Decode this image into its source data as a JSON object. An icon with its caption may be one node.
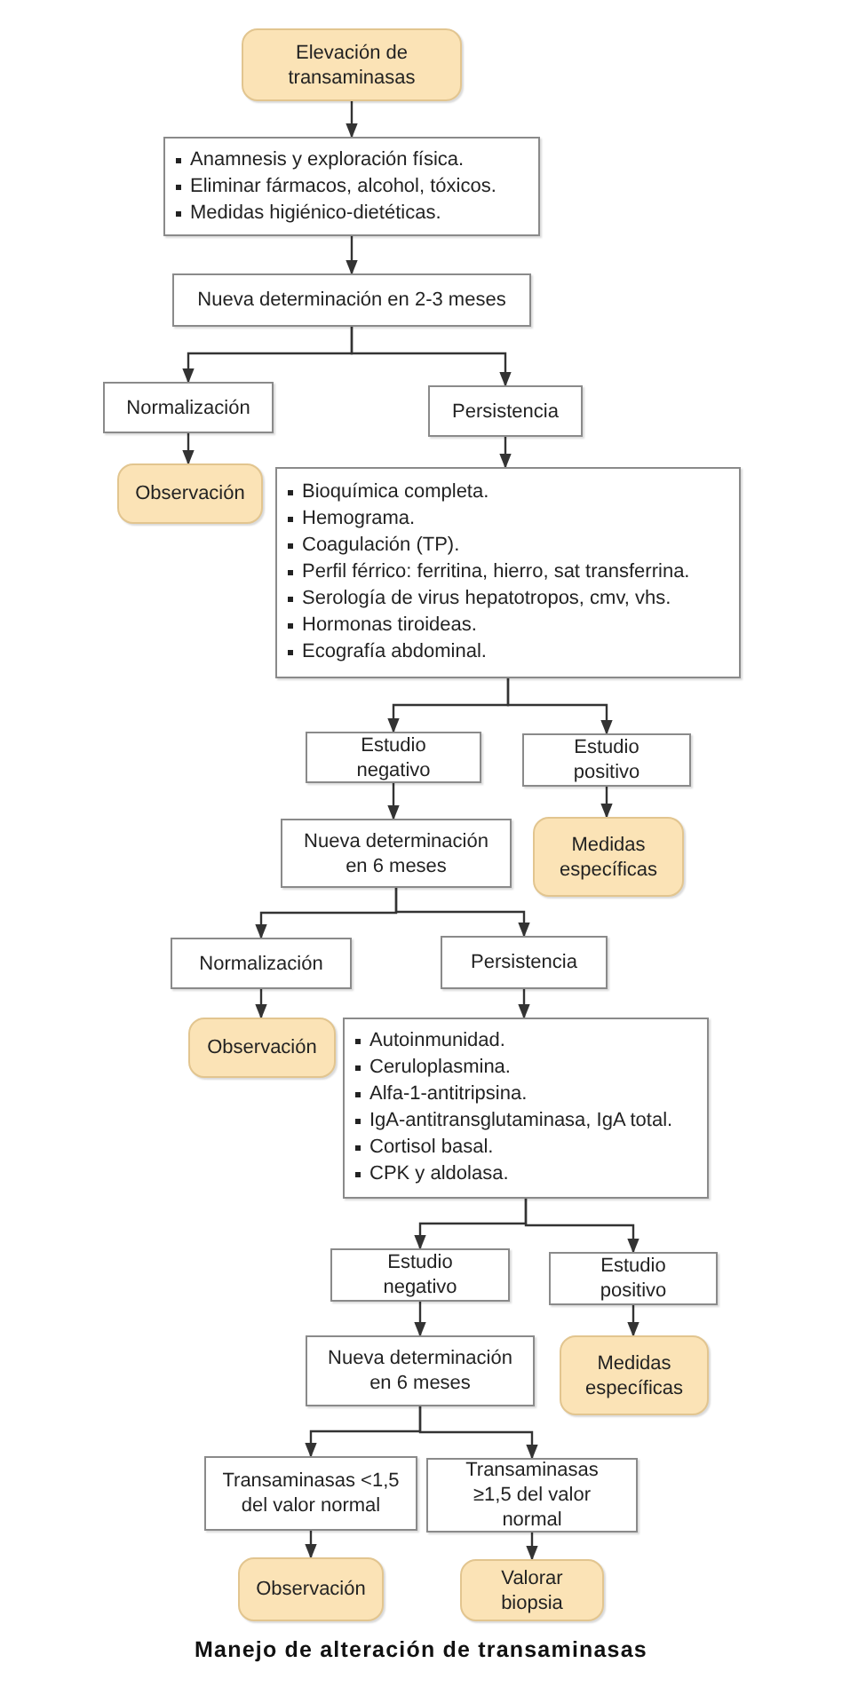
{
  "diagram": {
    "caption": "Manejo de alteración de transaminasas",
    "nodes": [
      {
        "text": [
          "Elevación de transaminasas"
        ]
      },
      {
        "text": [
          "Anamnesis y exploración física.",
          "Eliminar fármacos, alcohol, tóxicos.",
          "Medidas higiénico-dietéticas."
        ]
      },
      {
        "text": [
          "Nueva determinación en 2-3 meses"
        ]
      },
      {
        "text": [
          "Normalización"
        ]
      },
      {
        "text": [
          "Persistencia"
        ]
      },
      {
        "text": [
          "Observación"
        ]
      },
      {
        "text": [
          "Bioquímica completa.",
          "Hemograma.",
          "Coagulación (TP).",
          "Perfil férrico: ferritina, hierro, sat transferrina.",
          "Serología de virus hepatotropos, cmv, vhs.",
          "Hormonas tiroideas.",
          "Ecografía abdominal."
        ]
      },
      {
        "text": [
          "Estudio negativo"
        ]
      },
      {
        "text": [
          "Estudio positivo"
        ]
      },
      {
        "text": [
          "Nueva determinación en 6 meses"
        ]
      },
      {
        "text": [
          "Medidas específicas"
        ]
      },
      {
        "text": [
          "Normalización"
        ]
      },
      {
        "text": [
          "Persistencia"
        ]
      },
      {
        "text": [
          "Observación"
        ]
      },
      {
        "text": [
          "Autoinmunidad.",
          "Ceruloplasmina.",
          "Alfa-1-antitripsina.",
          "IgA-antitransglutaminasa, IgA total.",
          "Cortisol basal.",
          "CPK y aldolasa."
        ]
      },
      {
        "text": [
          "Estudio negativo"
        ]
      },
      {
        "text": [
          "Estudio positivo"
        ]
      },
      {
        "text": [
          "Nueva determinación en 6 meses"
        ]
      },
      {
        "text": [
          "Medidas específicas"
        ]
      },
      {
        "text": [
          "Transaminasas <1,5 del valor normal"
        ]
      },
      {
        "text": [
          "Transaminasas ≥1,5 del valor normal"
        ]
      },
      {
        "text": [
          "Observación"
        ]
      },
      {
        "text": [
          "Valorar biopsia"
        ]
      }
    ],
    "edges": [
      {
        "from": 0,
        "to": 1,
        "arrow": "to"
      },
      {
        "from": 1,
        "to": 2,
        "arrow": "to"
      },
      {
        "from": 2,
        "to": 3,
        "arrow": "to"
      },
      {
        "from": 2,
        "to": 4,
        "arrow": "to"
      },
      {
        "from": 3,
        "to": 5,
        "arrow": "to"
      },
      {
        "from": 4,
        "to": 6,
        "arrow": "to"
      },
      {
        "from": 6,
        "to": 7,
        "arrow": "to"
      },
      {
        "from": 6,
        "to": 8,
        "arrow": "to"
      },
      {
        "from": 7,
        "to": 9,
        "arrow": "to"
      },
      {
        "from": 8,
        "to": 10,
        "arrow": "to"
      },
      {
        "from": 9,
        "to": 11,
        "arrow": "to"
      },
      {
        "from": 9,
        "to": 12,
        "arrow": "to"
      },
      {
        "from": 11,
        "to": 13,
        "arrow": "to"
      },
      {
        "from": 12,
        "to": 14,
        "arrow": "to"
      },
      {
        "from": 14,
        "to": 15,
        "arrow": "to"
      },
      {
        "from": 14,
        "to": 16,
        "arrow": "to"
      },
      {
        "from": 15,
        "to": 17,
        "arrow": "to"
      },
      {
        "from": 16,
        "to": 18,
        "arrow": "to"
      },
      {
        "from": 17,
        "to": 19,
        "arrow": "to"
      },
      {
        "from": 17,
        "to": 20,
        "arrow": "to"
      },
      {
        "from": 19,
        "to": 21,
        "arrow": "to"
      },
      {
        "from": 20,
        "to": 22,
        "arrow": "to"
      }
    ]
  }
}
